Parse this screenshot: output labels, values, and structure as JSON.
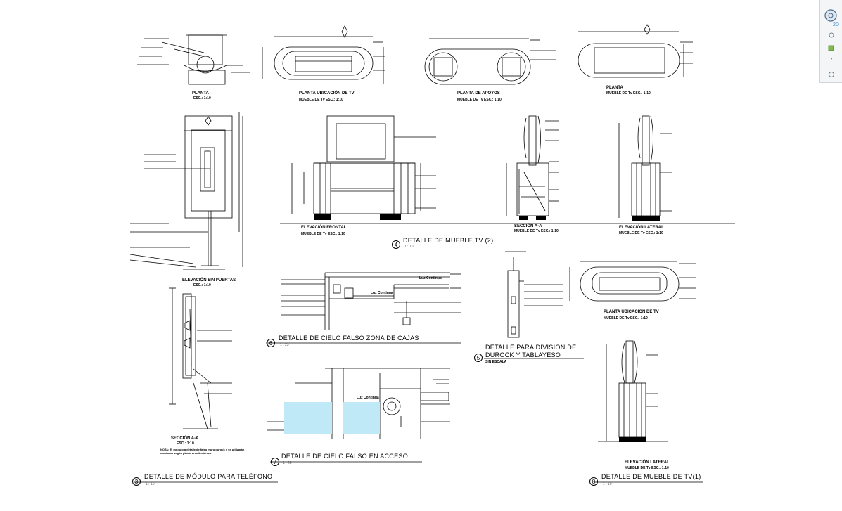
{
  "labels": {
    "planta_small": "PLANTA",
    "planta_small_scale": "ESC.: 1:10",
    "planta_ubic_tv_top": "PLANTA  UBICACIÓN DE TV",
    "mueble_tv_esc": "MUEBLE DE Tv     ESC.: 1:10",
    "planta_apoyos": "PLANTA DE APOYOS",
    "planta_right": "PLANTA",
    "elev_frontal": "ELEVACIÓN FRONTAL",
    "seccion_aa": "SECCIÓN A-A",
    "elev_lateral": "ELEVACIÓN LATERAL",
    "elev_sin_puertas": "ELEVACIÓN SIN PUERTAS",
    "elev_sin_puertas_scale": "ESC.: 1:10",
    "seccion_aa_left": "SECCIÓN A-A",
    "seccion_aa_left_scale": "ESC.: 1:10",
    "nota": "NOTA: El módulo a detalle de falso muro durock y se utilizarán molduras según planta arquitectónica",
    "planta_ubic_tv_2": "PLANTA  UBICACIÓN DE TV",
    "elev_lateral_2": "ELEVACIÓN LATERAL",
    "sin_escala": "SIN ESCALA",
    "luz_continua_1": "Luz Continua",
    "luz_continua_2": "Luz Continua",
    "luz_continua_3": "Luz Continua"
  },
  "details": [
    {
      "num": "4",
      "title": "DETALLE DE MUEBLE TV (2)",
      "scale": "1 : 10"
    },
    {
      "num": "6",
      "title": "DETALLE DE CIELO FALSO ZONA DE CAJAS",
      "scale": "1 : 25"
    },
    {
      "num": "5",
      "title": "DETALLE PARA DIVISION DE DUROCK Y TABLAYESO",
      "line1": "DETALLE PARA DIVISION DE",
      "line2": "DUROCK Y TABLAYESO",
      "scale": "SIN ESCALA"
    },
    {
      "num": "7",
      "title": "DETALLE DE CIELO FALSO EN ACCESO",
      "scale": "1 : 25"
    },
    {
      "num": "3",
      "title": "DETALLE DE MÓDULO PARA TELÉFONO",
      "scale": "1 : 10"
    },
    {
      "num": "8",
      "title": "DETALLE DE MUEBLE DE TV(1)",
      "scale": "1 : 10"
    }
  ],
  "navbar": {
    "view_mode": "2D"
  },
  "colors": {
    "background": "#ffffff",
    "line": "#000000",
    "water_fill": "#bfe9f7",
    "navbar_bg": "#f3f5f7"
  }
}
